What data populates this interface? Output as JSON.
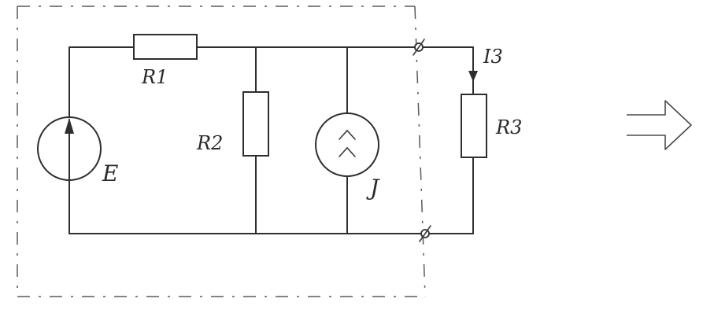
{
  "labels": {
    "r1": "R1",
    "r2": "R2",
    "r3": "R3",
    "e": "E",
    "j": "J",
    "i3": "I3"
  },
  "colors": {
    "ink": "#2e2e2e",
    "background": "#ffffff"
  },
  "icons": {
    "transform_arrow": "outline-right-arrow-icon"
  }
}
